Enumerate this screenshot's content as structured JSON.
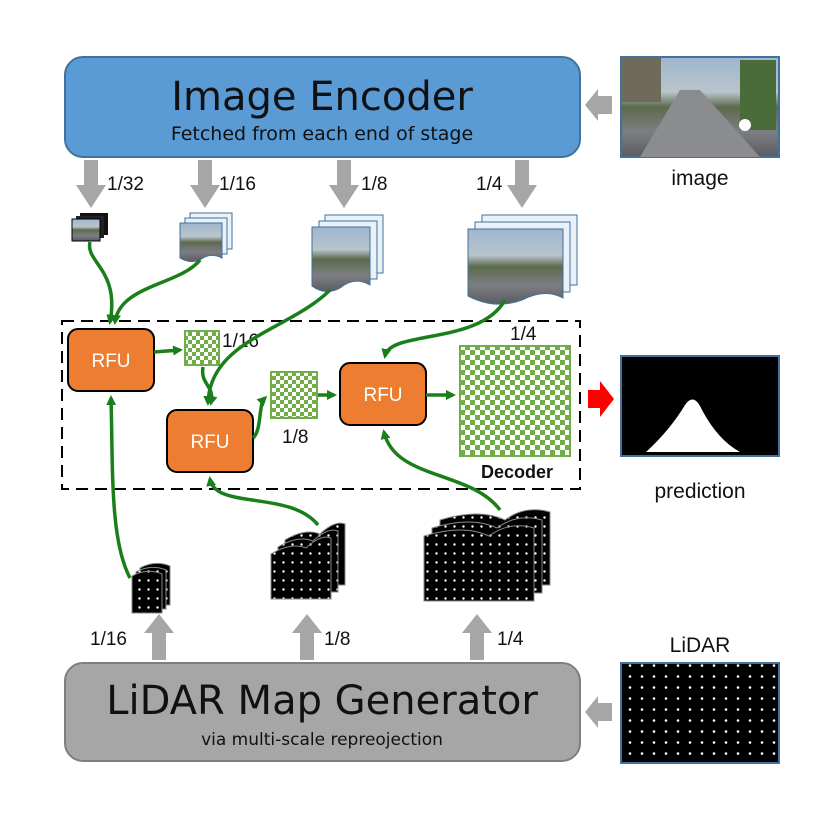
{
  "image_encoder": {
    "title": "Image Encoder",
    "subtitle": "Fetched from each end of stage"
  },
  "lidar_generator": {
    "title": "LiDAR Map Generator",
    "subtitle": "via multi-scale repreojection"
  },
  "inputs": {
    "image_label": "image",
    "lidar_label": "LiDAR"
  },
  "output": {
    "prediction_label": "prediction"
  },
  "encoder_scales": [
    "1/32",
    "1/16",
    "1/8",
    "1/4"
  ],
  "lidar_scales": [
    "1/16",
    "1/8",
    "1/4"
  ],
  "fusion_scales": {
    "after_first": "1/16",
    "after_second": "1/8",
    "after_third": "1/4"
  },
  "rfu_label": "RFU",
  "decoder_label": "Decoder",
  "colors": {
    "encoder_fill": "#5b9bd5",
    "encoder_border": "#41719c",
    "generator_fill": "#a6a6a6",
    "rfu_fill": "#ed7d31",
    "green_arrow": "#1a7f1a",
    "checker_green": "#70ad47",
    "red_arrow": "#ff0000",
    "gray_arrow": "#a6a6a6"
  }
}
